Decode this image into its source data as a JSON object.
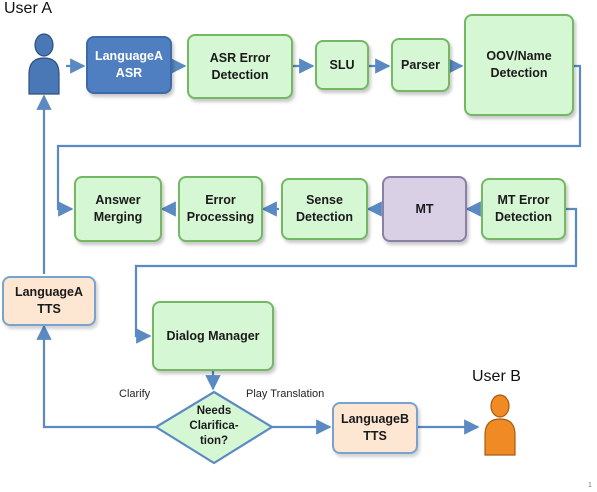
{
  "actors": {
    "user_a": "User A",
    "user_b": "User B"
  },
  "nodes": {
    "asr": "LanguageA\nASR",
    "asr_error": "ASR Error\nDetection",
    "slu": "SLU",
    "parser": "Parser",
    "oov": "OOV/Name\nDetection",
    "answer_merging": "Answer\nMerging",
    "error_processing": "Error\nProcessing",
    "sense_detection": "Sense\nDetection",
    "mt": "MT",
    "mt_error": "MT Error\nDetection",
    "tts_a": "LanguageA\nTTS",
    "dialog_manager": "Dialog Manager",
    "needs_clarification": "Needs\nClarifica-\ntion?",
    "tts_b": "LanguageB\nTTS"
  },
  "edge_labels": {
    "clarify": "Clarify",
    "play_translation": "Play Translation"
  },
  "footer": {
    "page_number": "1"
  },
  "colors": {
    "arrow": "#5b8ac2",
    "user_a": "#4a78b6",
    "user_b": "#f08a24",
    "process_fill": "#d6f7d4",
    "asr_fill": "#4f7fc0",
    "mt_fill": "#d9d0e6",
    "tts_fill": "#fde7d2"
  }
}
